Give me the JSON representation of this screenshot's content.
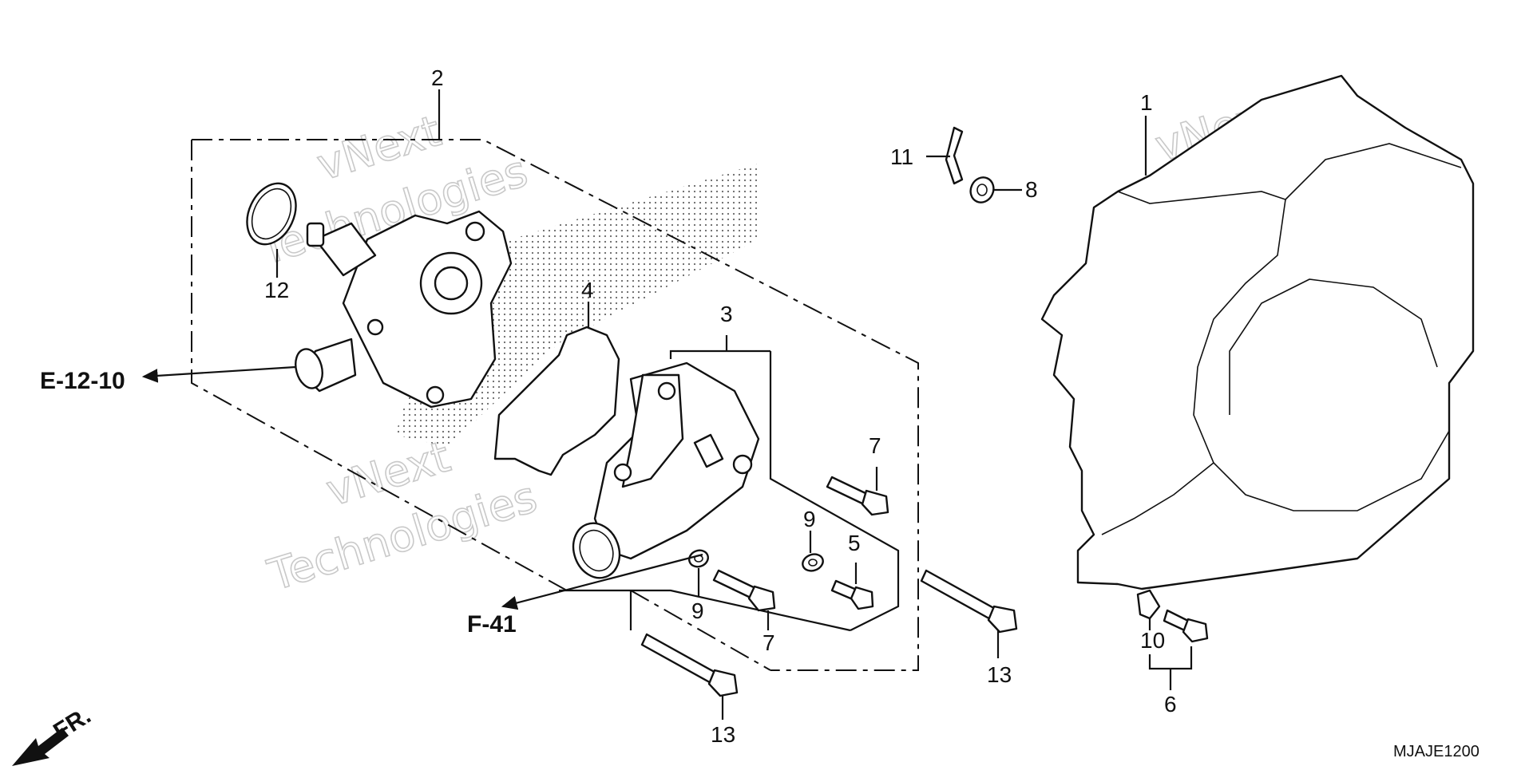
{
  "diagram": {
    "callouts": {
      "p1": "1",
      "p2": "2",
      "p3": "3",
      "p4": "4",
      "p5": "5",
      "p6": "6",
      "p7a": "7",
      "p7b": "7",
      "p8": "8",
      "p9a": "9",
      "p9b": "9",
      "p10": "10",
      "p11": "11",
      "p12": "12",
      "p13a": "13",
      "p13b": "13"
    },
    "references": {
      "e": "E-12-10",
      "f": "F-41"
    },
    "direction_label": "FR.",
    "diagram_code": "MJAJE1200",
    "watermark": {
      "line1": "vNext",
      "line2": "Technologies"
    }
  }
}
